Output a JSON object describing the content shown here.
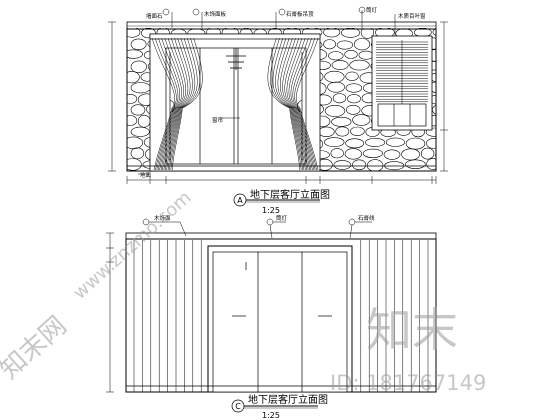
{
  "elevation_a": {
    "marker": "A",
    "title": "地下层客厅立面图",
    "scale": "1:25",
    "callouts": [
      "墙面石",
      "木饰面板",
      "石膏板吊顶",
      "筒灯",
      "木质百叶窗",
      "窗帘",
      "地面"
    ]
  },
  "elevation_c": {
    "marker": "C",
    "title": "地下层客厅立面图",
    "scale": "1:25",
    "callouts": [
      "木饰面",
      "筒灯",
      "石膏线"
    ]
  },
  "watermark": {
    "brand": "知末",
    "site": "www.znzmo.com",
    "site_logo": "知末网",
    "id_label": "ID: 181767149"
  }
}
